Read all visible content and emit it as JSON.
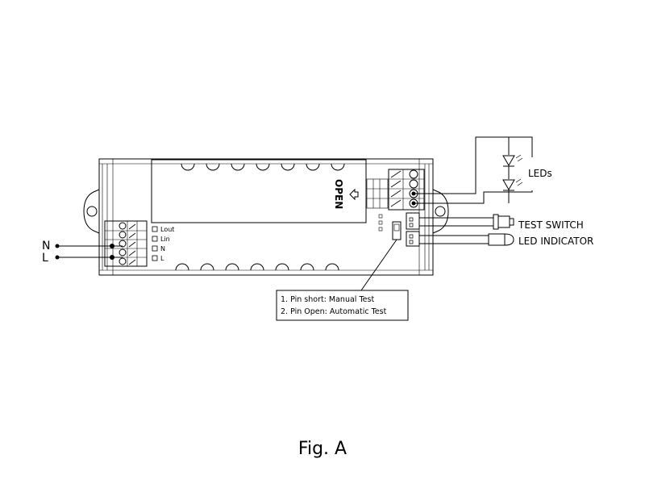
{
  "labels": {
    "n": "N",
    "l": "L",
    "terminal_lout": "Lout",
    "terminal_lin": "Lin",
    "terminal_n": "N",
    "terminal_l": "L",
    "open": "OPEN",
    "leds": "LEDs",
    "test_switch": "TEST SWITCH",
    "led_indicator": "LED INDICATOR",
    "note_line1": "1. Pin short: Manual Test",
    "note_line2": "2. Pin Open: Automatic Test",
    "figure_caption": "Fig. A"
  }
}
